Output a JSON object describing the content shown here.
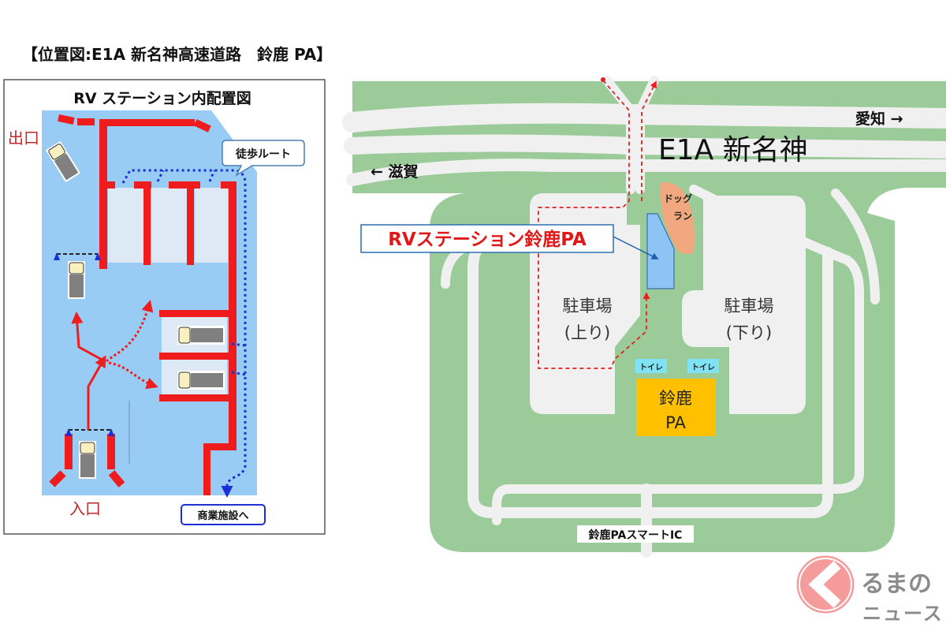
{
  "header": {
    "title": "【位置図:E1A 新名神高速道路　鈴鹿 PA】"
  },
  "layout_panel": {
    "title": "RV ステーション内配置図",
    "exit_label": "出口",
    "entrance_label": "入口",
    "walking_route_label": "徒歩ルート",
    "to_commercial_label": "商業施設へ"
  },
  "map": {
    "highway_label": "E1A 新名神",
    "to_shiga": "← 滋賀",
    "to_aichi": "愛知 →",
    "rv_station_label": "RVステーション鈴鹿PA",
    "dog_run_line1": "ドッグ",
    "dog_run_line2": "ラン",
    "parking_up_line1": "駐車場",
    "parking_up_line2": "(上り)",
    "parking_down_line1": "駐車場",
    "parking_down_line2": "(下り)",
    "toilet_left": "トイレ",
    "toilet_right": "トイレ",
    "pa_line1": "鈴鹿",
    "pa_line2": "PA",
    "smart_ic_label": "鈴鹿PAスマートIC"
  },
  "logo": {
    "line1": "るまの",
    "line2": "ニュース"
  },
  "colors": {
    "barrier_red": "#ee1c1c",
    "lot_blue": "#99ccf5",
    "green": "#9acb98",
    "road": "#f0f0f0",
    "pa_orange": "#ffc000",
    "toilet_cyan": "#7fe3f5",
    "dog_run": "#f1a87f",
    "route_blue": "#1a2fd6"
  }
}
